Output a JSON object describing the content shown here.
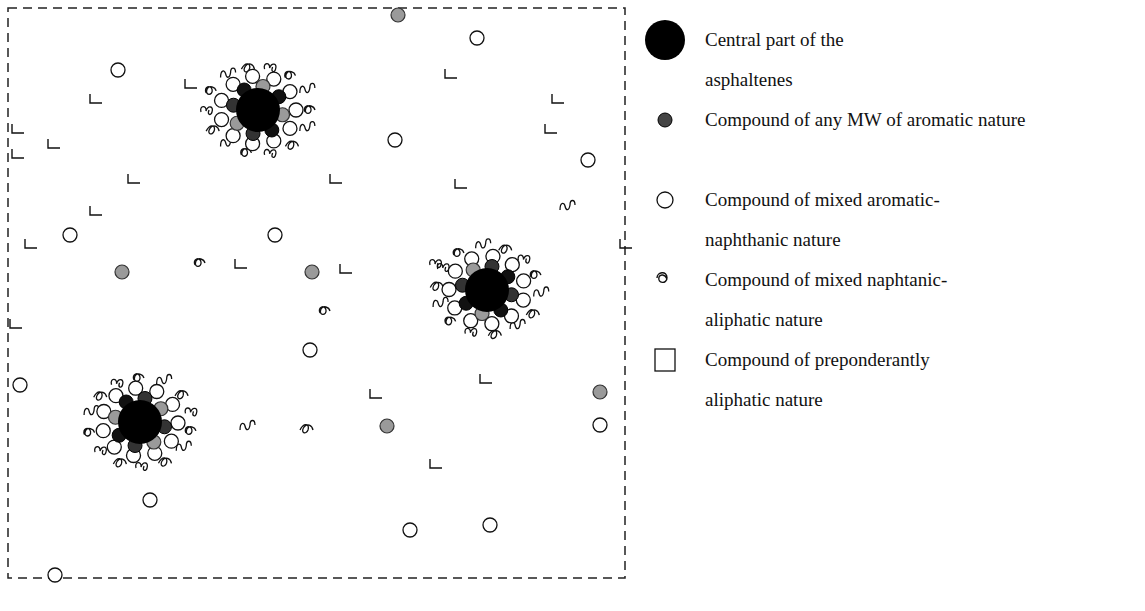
{
  "diagram": {
    "legend": [
      {
        "text": "Central part of the asphaltenes"
      },
      {
        "text": "Compound of any MW of aromatic nature"
      },
      {
        "text": "Compound of mixed aromatic- naphthanic nature"
      },
      {
        "text": "Compound of mixed naphtanic-aliphatic nature"
      },
      {
        "text": "Compound of preponderantly aliphatic nature"
      }
    ]
  }
}
